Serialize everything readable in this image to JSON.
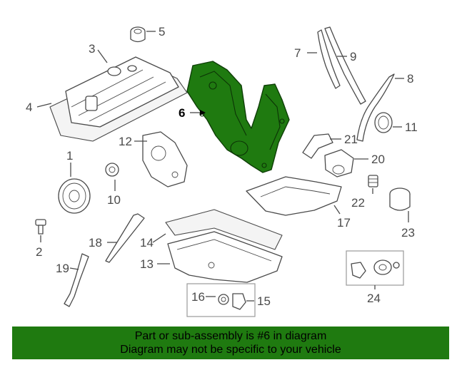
{
  "callouts": {
    "c1": "1",
    "c2": "2",
    "c3": "3",
    "c4": "4",
    "c5": "5",
    "c6": "6",
    "c7": "7",
    "c8": "8",
    "c9": "9",
    "c10": "10",
    "c11": "11",
    "c12": "12",
    "c13": "13",
    "c14": "14",
    "c15": "15",
    "c16": "16",
    "c17": "17",
    "c18": "18",
    "c19": "19",
    "c20": "20",
    "c21": "21",
    "c22": "22",
    "c23": "23",
    "c24": "24"
  },
  "highlight_color": "#1f7a10",
  "banner": {
    "line1": "Part or sub-assembly is #6 in diagram",
    "line2": "Diagram may not be specific to your vehicle"
  }
}
